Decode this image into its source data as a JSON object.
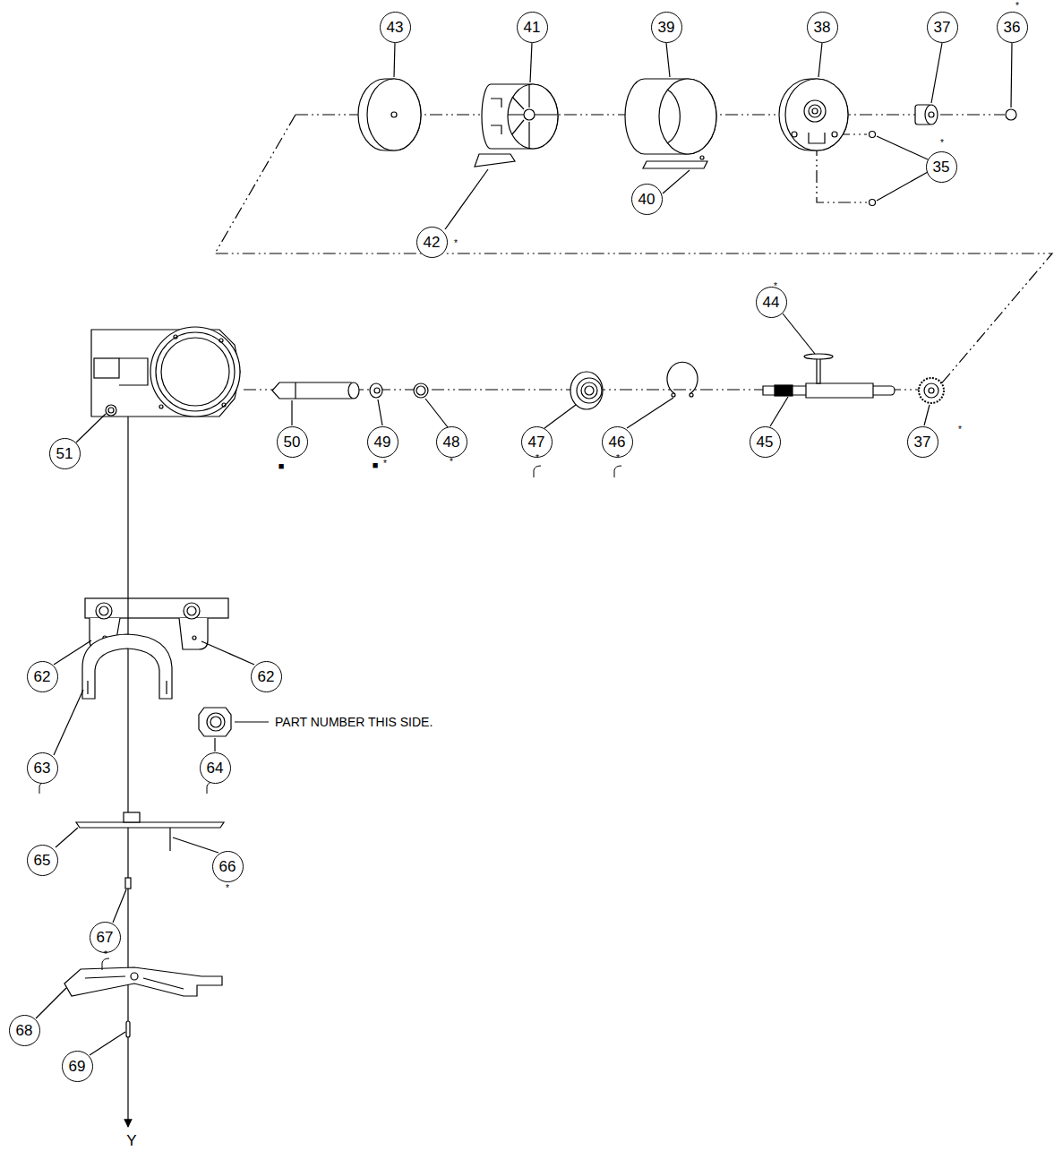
{
  "diagram": {
    "nodes": [
      {
        "text": [
          "43"
        ]
      },
      {
        "text": [
          "41"
        ]
      },
      {
        "text": [
          "39"
        ]
      },
      {
        "text": [
          "38"
        ]
      },
      {
        "text": [
          "37"
        ]
      },
      {
        "text": [
          "36"
        ]
      },
      {
        "text": [
          "35"
        ]
      },
      {
        "text": [
          "42"
        ]
      },
      {
        "text": [
          "40"
        ]
      },
      {
        "text": [
          "44"
        ]
      },
      {
        "text": [
          "50"
        ]
      },
      {
        "text": [
          "49"
        ]
      },
      {
        "text": [
          "48"
        ]
      },
      {
        "text": [
          "47"
        ]
      },
      {
        "text": [
          "46"
        ]
      },
      {
        "text": [
          "45"
        ]
      },
      {
        "text": [
          "37"
        ]
      },
      {
        "text": [
          "51"
        ]
      },
      {
        "text": [
          "62"
        ]
      },
      {
        "text": [
          "62"
        ]
      },
      {
        "text": [
          "63"
        ]
      },
      {
        "text": [
          "64"
        ]
      },
      {
        "text": [
          "65"
        ]
      },
      {
        "text": [
          "66"
        ]
      },
      {
        "text": [
          "67"
        ]
      },
      {
        "text": [
          "68"
        ]
      },
      {
        "text": [
          "69"
        ]
      }
    ],
    "labels": [
      "*",
      "*",
      "*",
      "*",
      "*",
      "*",
      "■",
      "*",
      "■",
      "*",
      "*",
      "*",
      "*",
      "PART NUMBER THIS SIDE.",
      "Y"
    ]
  }
}
